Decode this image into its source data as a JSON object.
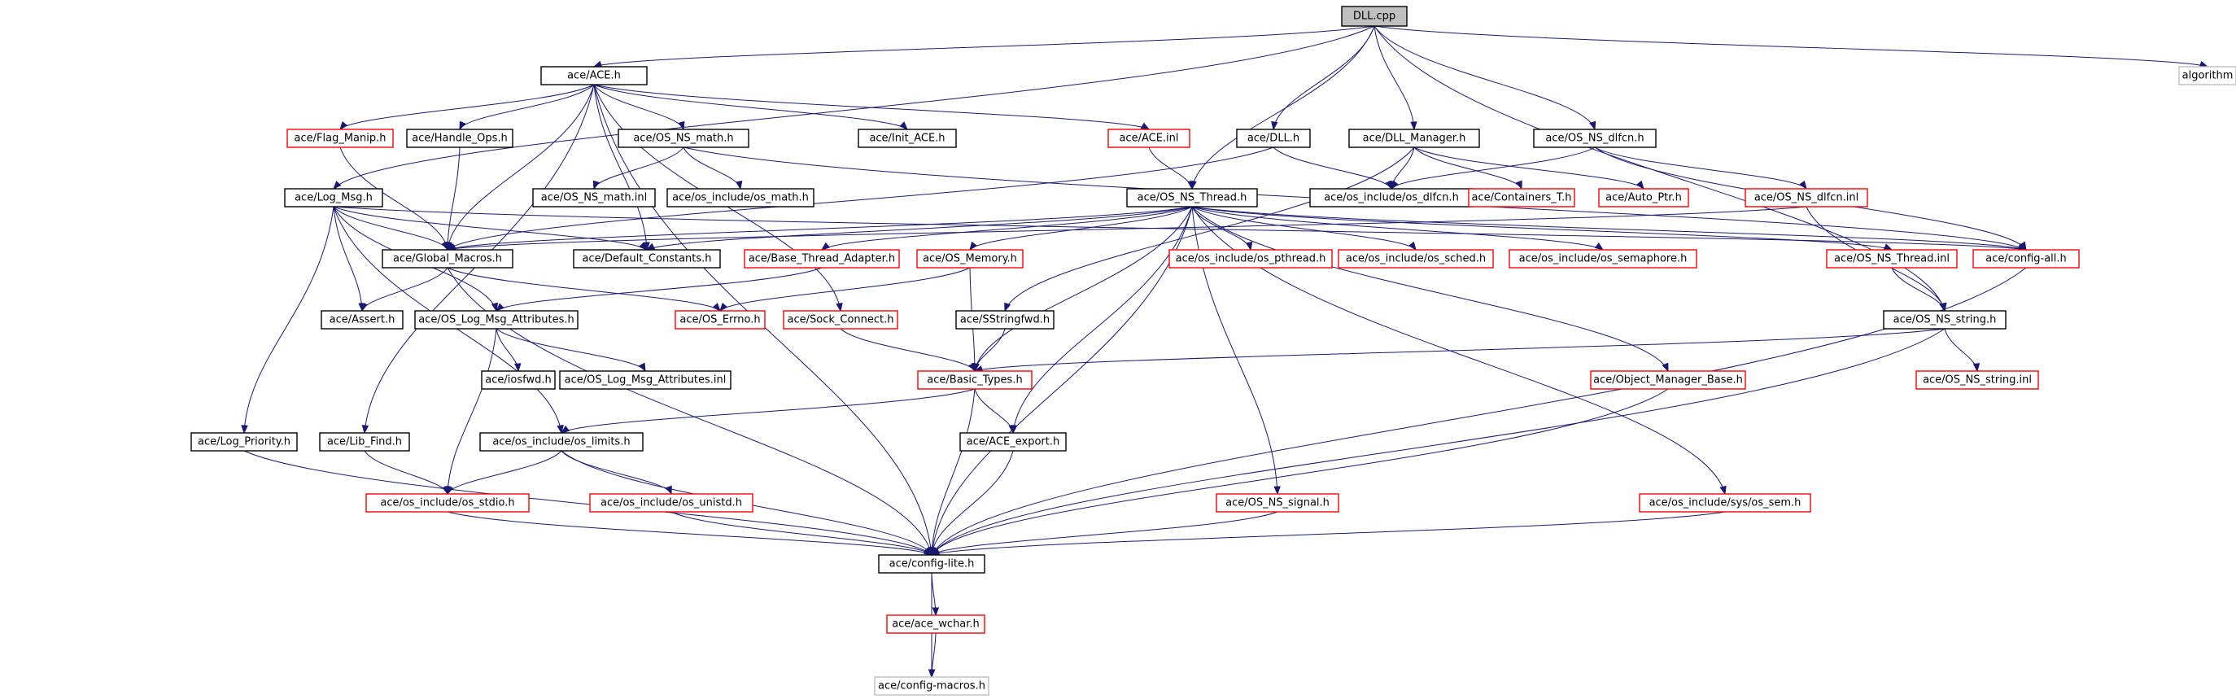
{
  "colors": {
    "node_documented": "#000000",
    "node_undocumented": "#ff0000",
    "node_external": "#bfbfbf",
    "node_root_fill": "#bfbfbf",
    "edge": "#191970"
  },
  "nodes": [
    {
      "id": "dll_cpp",
      "label": "DLL.cpp",
      "kind": "root"
    },
    {
      "id": "ace_h",
      "label": "ace/ACE.h",
      "kind": "documented"
    },
    {
      "id": "algorithm",
      "label": "algorithm",
      "kind": "external"
    },
    {
      "id": "flag_manip",
      "label": "ace/Flag_Manip.h",
      "kind": "undocumented"
    },
    {
      "id": "handle_ops",
      "label": "ace/Handle_Ops.h",
      "kind": "documented"
    },
    {
      "id": "os_ns_math_h",
      "label": "ace/OS_NS_math.h",
      "kind": "documented"
    },
    {
      "id": "init_ace",
      "label": "ace/Init_ACE.h",
      "kind": "documented"
    },
    {
      "id": "ace_inl",
      "label": "ace/ACE.inl",
      "kind": "undocumented"
    },
    {
      "id": "dll_h",
      "label": "ace/DLL.h",
      "kind": "documented"
    },
    {
      "id": "dll_manager",
      "label": "ace/DLL_Manager.h",
      "kind": "documented"
    },
    {
      "id": "os_ns_dlfcn_h",
      "label": "ace/OS_NS_dlfcn.h",
      "kind": "documented"
    },
    {
      "id": "log_msg",
      "label": "ace/Log_Msg.h",
      "kind": "documented"
    },
    {
      "id": "os_ns_math_inl",
      "label": "ace/OS_NS_math.inl",
      "kind": "documented"
    },
    {
      "id": "os_math",
      "label": "ace/os_include/os_math.h",
      "kind": "documented"
    },
    {
      "id": "os_ns_thread_h",
      "label": "ace/OS_NS_Thread.h",
      "kind": "documented"
    },
    {
      "id": "os_dlfcn",
      "label": "ace/os_include/os_dlfcn.h",
      "kind": "documented"
    },
    {
      "id": "containers_t",
      "label": "ace/Containers_T.h",
      "kind": "undocumented"
    },
    {
      "id": "auto_ptr",
      "label": "ace/Auto_Ptr.h",
      "kind": "undocumented"
    },
    {
      "id": "os_ns_dlfcn_inl",
      "label": "ace/OS_NS_dlfcn.inl",
      "kind": "undocumented"
    },
    {
      "id": "global_macros",
      "label": "ace/Global_Macros.h",
      "kind": "documented"
    },
    {
      "id": "default_constants",
      "label": "ace/Default_Constants.h",
      "kind": "documented"
    },
    {
      "id": "base_thread_adapter",
      "label": "ace/Base_Thread_Adapter.h",
      "kind": "undocumented"
    },
    {
      "id": "os_memory",
      "label": "ace/OS_Memory.h",
      "kind": "undocumented"
    },
    {
      "id": "os_pthread",
      "label": "ace/os_include/os_pthread.h",
      "kind": "undocumented"
    },
    {
      "id": "os_sched",
      "label": "ace/os_include/os_sched.h",
      "kind": "undocumented"
    },
    {
      "id": "os_semaphore",
      "label": "ace/os_include/os_semaphore.h",
      "kind": "undocumented"
    },
    {
      "id": "os_ns_thread_inl",
      "label": "ace/OS_NS_Thread.inl",
      "kind": "undocumented"
    },
    {
      "id": "config_all",
      "label": "ace/config-all.h",
      "kind": "undocumented"
    },
    {
      "id": "assert_h",
      "label": "ace/Assert.h",
      "kind": "documented"
    },
    {
      "id": "os_log_msg_attr_h",
      "label": "ace/OS_Log_Msg_Attributes.h",
      "kind": "documented"
    },
    {
      "id": "os_errno",
      "label": "ace/OS_Errno.h",
      "kind": "undocumented"
    },
    {
      "id": "sock_connect",
      "label": "ace/Sock_Connect.h",
      "kind": "undocumented"
    },
    {
      "id": "sstringfwd",
      "label": "ace/SStringfwd.h",
      "kind": "documented"
    },
    {
      "id": "os_ns_string_h",
      "label": "ace/OS_NS_string.h",
      "kind": "documented"
    },
    {
      "id": "iosfwd",
      "label": "ace/iosfwd.h",
      "kind": "documented"
    },
    {
      "id": "os_log_msg_attr_inl",
      "label": "ace/OS_Log_Msg_Attributes.inl",
      "kind": "documented"
    },
    {
      "id": "basic_types",
      "label": "ace/Basic_Types.h",
      "kind": "undocumented"
    },
    {
      "id": "object_manager_base",
      "label": "ace/Object_Manager_Base.h",
      "kind": "undocumented"
    },
    {
      "id": "os_ns_string_inl",
      "label": "ace/OS_NS_string.inl",
      "kind": "undocumented"
    },
    {
      "id": "log_priority",
      "label": "ace/Log_Priority.h",
      "kind": "documented"
    },
    {
      "id": "lib_find",
      "label": "ace/Lib_Find.h",
      "kind": "documented"
    },
    {
      "id": "os_limits",
      "label": "ace/os_include/os_limits.h",
      "kind": "documented"
    },
    {
      "id": "ace_export",
      "label": "ace/ACE_export.h",
      "kind": "documented"
    },
    {
      "id": "os_stdio",
      "label": "ace/os_include/os_stdio.h",
      "kind": "undocumented"
    },
    {
      "id": "os_unistd",
      "label": "ace/os_include/os_unistd.h",
      "kind": "undocumented"
    },
    {
      "id": "os_ns_signal",
      "label": "ace/OS_NS_signal.h",
      "kind": "undocumented"
    },
    {
      "id": "os_sem",
      "label": "ace/os_include/sys/os_sem.h",
      "kind": "undocumented"
    },
    {
      "id": "config_lite",
      "label": "ace/config-lite.h",
      "kind": "documented"
    },
    {
      "id": "ace_wchar",
      "label": "ace/ace_wchar.h",
      "kind": "undocumented"
    },
    {
      "id": "config_macros",
      "label": "ace/config-macros.h",
      "kind": "external"
    }
  ],
  "edges": [
    [
      "dll_cpp",
      "ace_h"
    ],
    [
      "dll_cpp",
      "algorithm"
    ],
    [
      "dll_cpp",
      "log_msg"
    ],
    [
      "dll_cpp",
      "dll_h"
    ],
    [
      "dll_cpp",
      "dll_manager"
    ],
    [
      "dll_cpp",
      "os_ns_dlfcn_h"
    ],
    [
      "dll_cpp",
      "os_ns_thread_h"
    ],
    [
      "dll_cpp",
      "os_ns_string_h"
    ],
    [
      "ace_h",
      "flag_manip"
    ],
    [
      "ace_h",
      "handle_ops"
    ],
    [
      "ace_h",
      "os_ns_math_h"
    ],
    [
      "ace_h",
      "init_ace"
    ],
    [
      "ace_h",
      "ace_inl"
    ],
    [
      "ace_h",
      "lib_find"
    ],
    [
      "ace_h",
      "config_lite"
    ],
    [
      "ace_h",
      "default_constants"
    ],
    [
      "ace_h",
      "global_macros"
    ],
    [
      "ace_h",
      "sock_connect"
    ],
    [
      "flag_manip",
      "global_macros"
    ],
    [
      "handle_ops",
      "global_macros"
    ],
    [
      "os_ns_math_h",
      "os_ns_math_inl"
    ],
    [
      "os_ns_math_h",
      "os_math"
    ],
    [
      "os_ns_math_h",
      "config_all"
    ],
    [
      "ace_inl",
      "os_ns_thread_h"
    ],
    [
      "dll_h",
      "os_dlfcn"
    ],
    [
      "dll_h",
      "global_macros"
    ],
    [
      "dll_manager",
      "os_dlfcn"
    ],
    [
      "dll_manager",
      "containers_t"
    ],
    [
      "dll_manager",
      "auto_ptr"
    ],
    [
      "dll_manager",
      "sstringfwd"
    ],
    [
      "os_ns_dlfcn_h",
      "os_dlfcn"
    ],
    [
      "os_ns_dlfcn_h",
      "os_ns_dlfcn_inl"
    ],
    [
      "os_ns_dlfcn_h",
      "config_all"
    ],
    [
      "log_msg",
      "global_macros"
    ],
    [
      "log_msg",
      "default_constants"
    ],
    [
      "log_msg",
      "assert_h"
    ],
    [
      "log_msg",
      "os_log_msg_attr_h"
    ],
    [
      "log_msg",
      "log_priority"
    ],
    [
      "log_msg",
      "os_limits"
    ],
    [
      "log_msg",
      "config_all"
    ],
    [
      "os_ns_thread_h",
      "global_macros"
    ],
    [
      "os_ns_thread_h",
      "default_constants"
    ],
    [
      "os_ns_thread_h",
      "base_thread_adapter"
    ],
    [
      "os_ns_thread_h",
      "os_memory"
    ],
    [
      "os_ns_thread_h",
      "os_pthread"
    ],
    [
      "os_ns_thread_h",
      "os_sched"
    ],
    [
      "os_ns_thread_h",
      "os_semaphore"
    ],
    [
      "os_ns_thread_h",
      "os_ns_thread_inl"
    ],
    [
      "os_ns_thread_h",
      "config_all"
    ],
    [
      "os_ns_thread_h",
      "basic_types"
    ],
    [
      "os_ns_thread_h",
      "ace_export"
    ],
    [
      "os_ns_thread_h",
      "os_ns_signal"
    ],
    [
      "os_ns_thread_h",
      "object_manager_base"
    ],
    [
      "os_ns_thread_h",
      "os_sem"
    ],
    [
      "os_ns_thread_h",
      "config_lite"
    ],
    [
      "os_ns_dlfcn_inl",
      "os_ns_string_h"
    ],
    [
      "os_ns_dlfcn_inl",
      "global_macros"
    ],
    [
      "global_macros",
      "assert_h"
    ],
    [
      "global_macros",
      "os_errno"
    ],
    [
      "global_macros",
      "config_lite"
    ],
    [
      "base_thread_adapter",
      "os_log_msg_attr_h"
    ],
    [
      "os_memory",
      "os_errno"
    ],
    [
      "os_memory",
      "basic_types"
    ],
    [
      "os_ns_thread_inl",
      "os_ns_string_h"
    ],
    [
      "config_all",
      "config_lite"
    ],
    [
      "os_log_msg_attr_h",
      "iosfwd"
    ],
    [
      "os_log_msg_attr_h",
      "os_log_msg_attr_inl"
    ],
    [
      "os_log_msg_attr_h",
      "os_stdio"
    ],
    [
      "sock_connect",
      "basic_types"
    ],
    [
      "sstringfwd",
      "basic_types"
    ],
    [
      "os_ns_string_h",
      "basic_types"
    ],
    [
      "os_ns_string_h",
      "os_ns_string_inl"
    ],
    [
      "os_ns_string_h",
      "config_lite"
    ],
    [
      "basic_types",
      "os_limits"
    ],
    [
      "basic_types",
      "ace_export"
    ],
    [
      "basic_types",
      "config_lite"
    ],
    [
      "object_manager_base",
      "config_lite"
    ],
    [
      "log_priority",
      "config_lite"
    ],
    [
      "lib_find",
      "os_stdio"
    ],
    [
      "os_limits",
      "os_stdio"
    ],
    [
      "os_limits",
      "os_unistd"
    ],
    [
      "os_limits",
      "config_lite"
    ],
    [
      "ace_export",
      "config_lite"
    ],
    [
      "os_stdio",
      "config_lite"
    ],
    [
      "os_unistd",
      "config_lite"
    ],
    [
      "os_ns_signal",
      "config_lite"
    ],
    [
      "os_sem",
      "config_lite"
    ],
    [
      "config_lite",
      "ace_wchar"
    ],
    [
      "config_lite",
      "config_macros"
    ],
    [
      "ace_wchar",
      "config_macros"
    ]
  ]
}
